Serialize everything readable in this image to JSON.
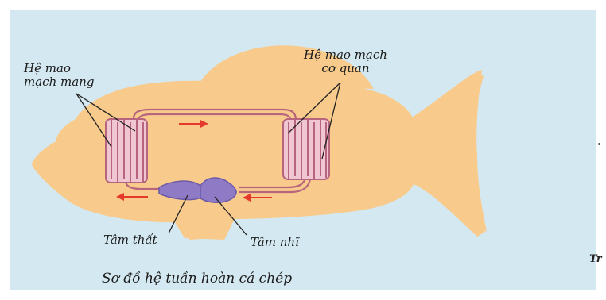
{
  "labels": {
    "gill_capillaries": [
      "Hệ mao",
      "mạch mang"
    ],
    "organ_capillaries": [
      "Hệ mao mạch",
      "cơ quan"
    ],
    "ventricle": "Tâm thất",
    "atrium": "Tâm nhĩ"
  },
  "caption": "Sơ đồ hệ tuần hoàn cá chép",
  "edge_text": "Tr",
  "colors": {
    "background": "#d4e8f1",
    "fish_body": "#f8cb8c",
    "vessel": "#b7647e",
    "capillary_fill": "#f1c6d3",
    "heart": "#8f7ac6",
    "arrow": "#e43a2c",
    "label_text": "#1b1b1b"
  }
}
